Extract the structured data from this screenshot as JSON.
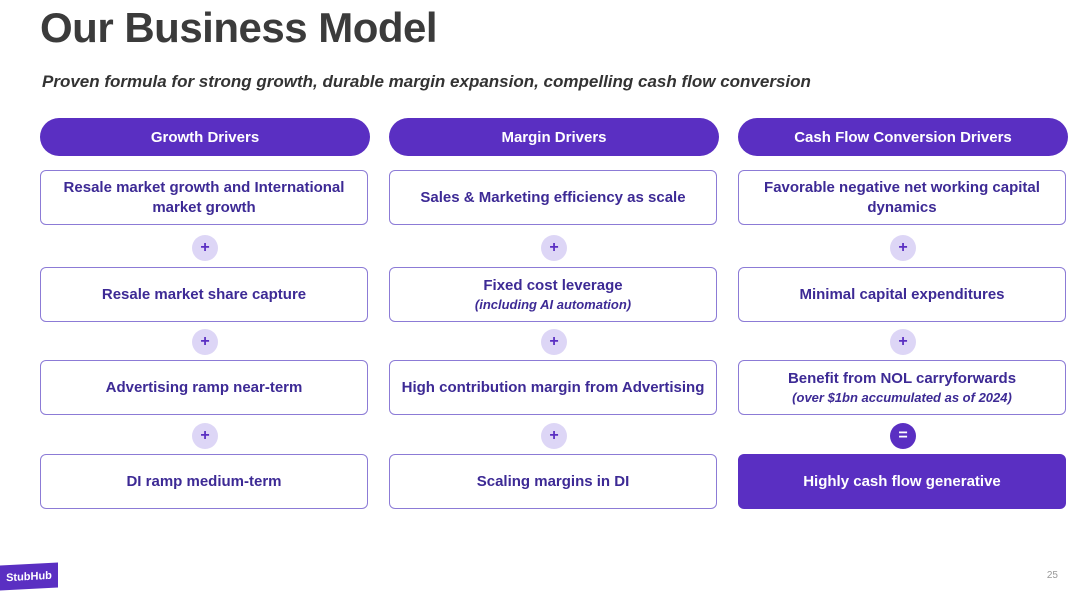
{
  "title": "Our Business Model",
  "subtitle": "Proven formula for strong growth, durable margin expansion, compelling cash flow conversion",
  "columns": [
    {
      "header": "Growth Drivers",
      "items": [
        {
          "main": "Resale market growth and International market growth"
        },
        {
          "main": "Resale market share capture"
        },
        {
          "main": "Advertising ramp near-term"
        },
        {
          "main": "DI ramp medium-term"
        }
      ],
      "connectors": [
        "+",
        "+",
        "+"
      ]
    },
    {
      "header": "Margin Drivers",
      "items": [
        {
          "main": "Sales & Marketing efficiency as scale"
        },
        {
          "main": "Fixed cost leverage",
          "sub": "(including AI automation)"
        },
        {
          "main": "High contribution margin from Advertising"
        },
        {
          "main": "Scaling margins in DI"
        }
      ],
      "connectors": [
        "+",
        "+",
        "+"
      ]
    },
    {
      "header": "Cash Flow Conversion Drivers",
      "items": [
        {
          "main": "Favorable negative net working capital dynamics"
        },
        {
          "main": "Minimal capital expenditures"
        },
        {
          "main": "Benefit from NOL carryforwards",
          "sub": "(over $1bn accumulated as of 2024)"
        },
        {
          "main": "Highly cash flow generative"
        }
      ],
      "connectors": [
        "+",
        "+",
        "="
      ]
    }
  ],
  "logo": "StubHub",
  "page_number": "25",
  "colors": {
    "accent": "#5a2fc2",
    "connector_bg": "#ddd6f6",
    "text": "#3d2a95"
  }
}
